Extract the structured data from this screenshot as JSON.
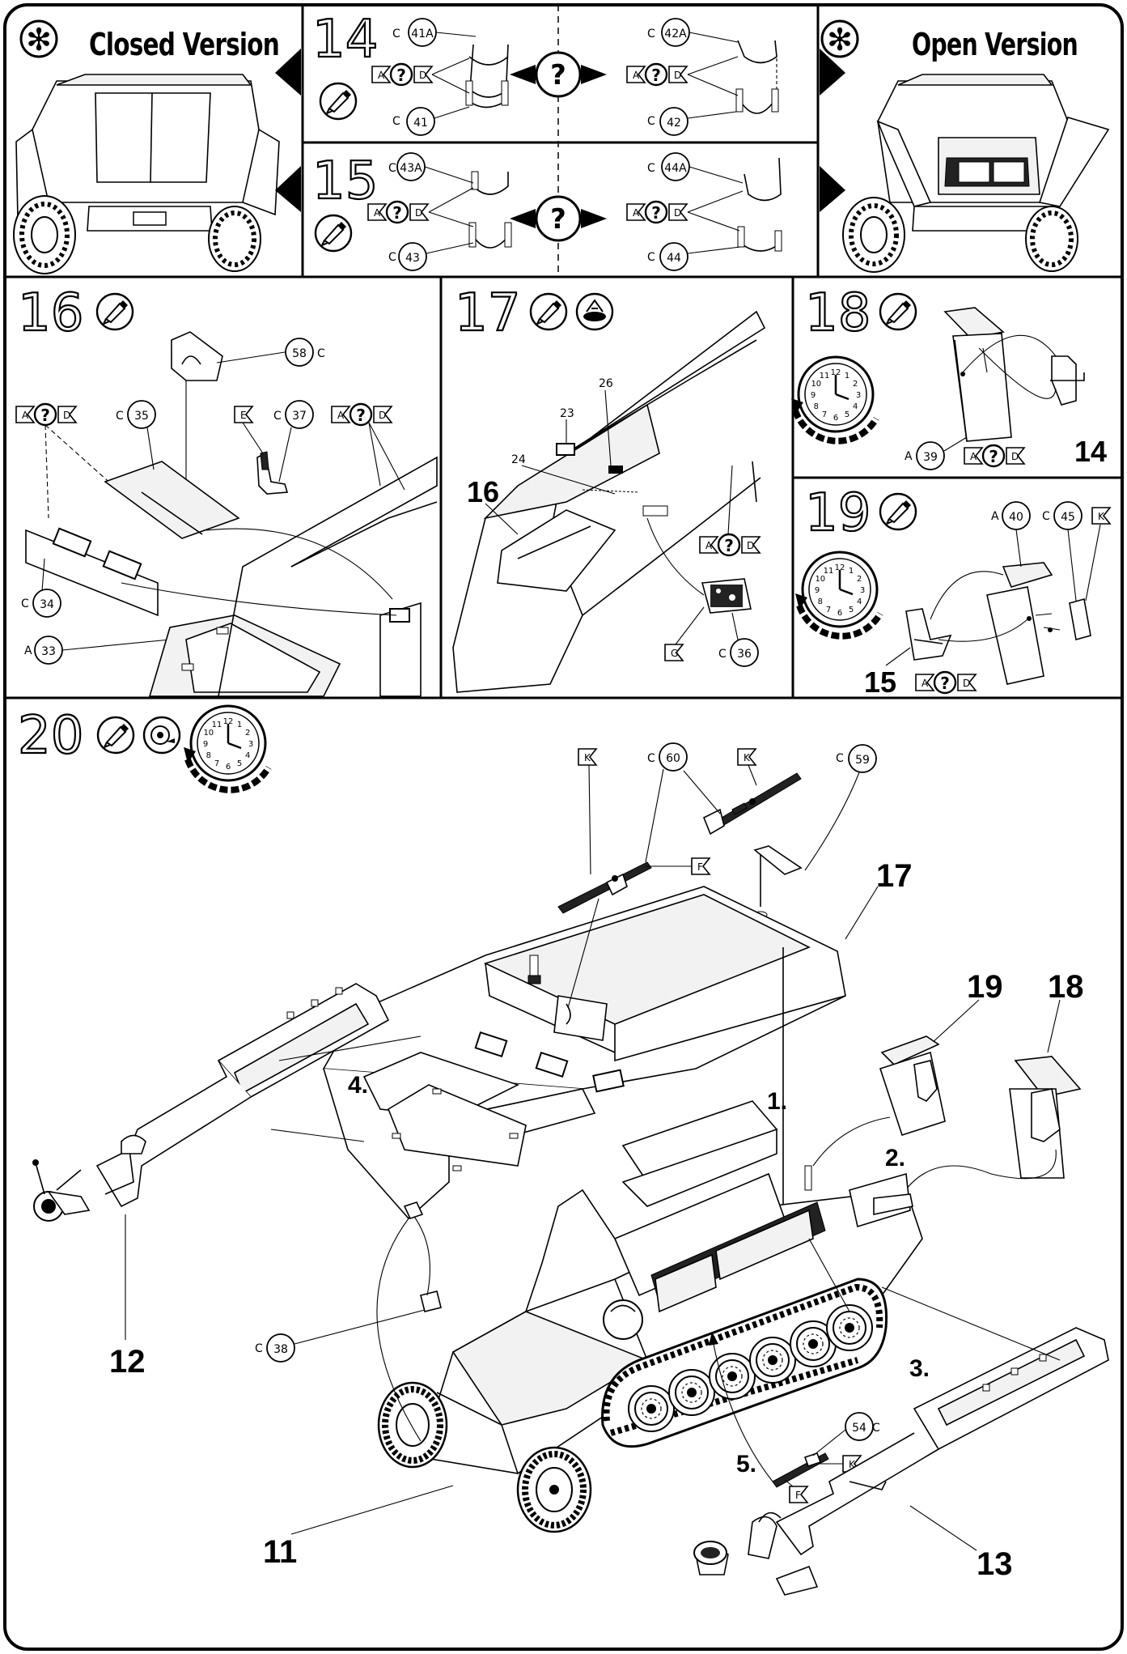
{
  "versions": {
    "closed": {
      "label": "Closed Version",
      "symbol": "✻"
    },
    "open": {
      "label": "Open Version",
      "symbol": "✻"
    }
  },
  "choice_mark": "?",
  "step_14": {
    "number": "14",
    "left": {
      "top_part": "41A",
      "bottom_part": "41",
      "sprue": "C"
    },
    "right": {
      "top_part": "42A",
      "bottom_part": "42",
      "sprue": "C"
    },
    "ref_a": "A",
    "ref_d": "D"
  },
  "step_15": {
    "number": "15",
    "left": {
      "top_part": "43A",
      "bottom_part": "43",
      "sprue": "C"
    },
    "right": {
      "top_part": "44A",
      "bottom_part": "44",
      "sprue": "C"
    },
    "ref_a": "A",
    "ref_d": "D"
  },
  "step_16": {
    "number": "16",
    "parts": [
      {
        "sprue": "C",
        "num": "58"
      },
      {
        "sprue": "C",
        "num": "35"
      },
      {
        "sprue": "C",
        "num": "37"
      },
      {
        "sprue": "C",
        "num": "34"
      },
      {
        "sprue": "A",
        "num": "33"
      }
    ],
    "color_ref_e": "E",
    "ref_a": "A",
    "ref_d": "D"
  },
  "step_17": {
    "number": "17",
    "callouts": [
      "26",
      "23",
      "24"
    ],
    "sub_ref": "16",
    "part": {
      "sprue": "C",
      "num": "36"
    },
    "color_ref_g": "G",
    "ref_a": "A",
    "ref_d": "D"
  },
  "step_18": {
    "number": "18",
    "part": {
      "sprue": "A",
      "num": "39"
    },
    "sub_ref": "14",
    "ref_a": "A",
    "ref_d": "D"
  },
  "step_19": {
    "number": "19",
    "parts": [
      {
        "sprue": "A",
        "num": "40"
      },
      {
        "sprue": "C",
        "num": "45"
      }
    ],
    "color_ref_k": "K",
    "sub_ref": "15",
    "ref_a": "A",
    "ref_d": "D"
  },
  "step_20": {
    "number": "20",
    "parts": [
      {
        "sprue": "C",
        "num": "60"
      },
      {
        "sprue": "C",
        "num": "59"
      },
      {
        "sprue": "C",
        "num": "38"
      },
      {
        "sprue": "C",
        "num": "54"
      }
    ],
    "color_refs": {
      "k1": "K",
      "k2": "K",
      "f1": "F",
      "k3": "K",
      "f2": "F"
    },
    "assembly_refs": [
      "17",
      "19",
      "18",
      "12",
      "11",
      "13"
    ],
    "sequence": [
      "1.",
      "2.",
      "3.",
      "4.",
      "5."
    ]
  },
  "clock_numbers": [
    "12",
    "1",
    "2",
    "3",
    "4",
    "5",
    "6",
    "7",
    "8",
    "9",
    "10",
    "11"
  ]
}
